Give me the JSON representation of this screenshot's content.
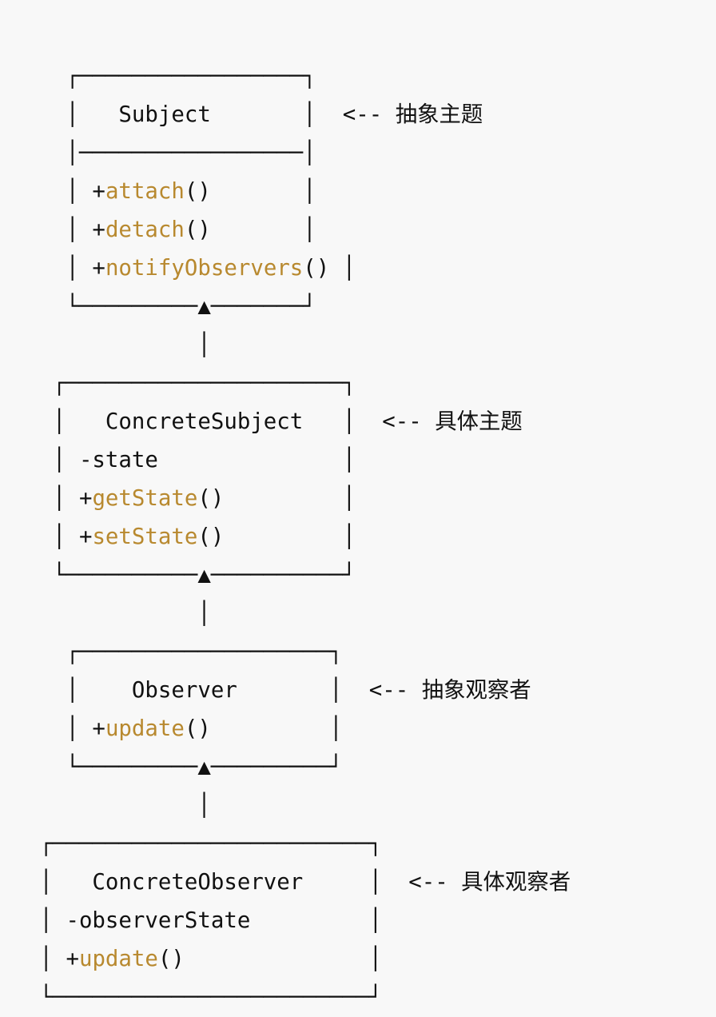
{
  "colors": {
    "background": "#f8f8f8",
    "text": "#111111",
    "method": "#b8892f"
  },
  "diagram": {
    "lines": [
      [
        {
          "t": "     ┌─────────────────┐"
        }
      ],
      [
        {
          "t": "     │   Subject       │  <-- 抽象主题"
        }
      ],
      [
        {
          "t": "     │─────────────────│"
        }
      ],
      [
        {
          "t": "     │ +"
        },
        {
          "t": "attach",
          "c": "m"
        },
        {
          "t": "()       │"
        }
      ],
      [
        {
          "t": "     │ +"
        },
        {
          "t": "detach",
          "c": "m"
        },
        {
          "t": "()       │"
        }
      ],
      [
        {
          "t": "     │ +"
        },
        {
          "t": "notifyObservers",
          "c": "m"
        },
        {
          "t": "() │"
        }
      ],
      [
        {
          "t": "     └─────────▲───────┘"
        }
      ],
      [
        {
          "t": "               │"
        }
      ],
      [
        {
          "t": "    ┌─────────────────────┐"
        }
      ],
      [
        {
          "t": "    │   ConcreteSubject   │  <-- 具体主题"
        }
      ],
      [
        {
          "t": "    │ -state              │"
        }
      ],
      [
        {
          "t": "    │ +"
        },
        {
          "t": "getState",
          "c": "m"
        },
        {
          "t": "()         │"
        }
      ],
      [
        {
          "t": "    │ +"
        },
        {
          "t": "setState",
          "c": "m"
        },
        {
          "t": "()         │"
        }
      ],
      [
        {
          "t": "    └──────────▲──────────┘"
        }
      ],
      [
        {
          "t": "               │"
        }
      ],
      [
        {
          "t": "     ┌───────────────────┐"
        }
      ],
      [
        {
          "t": "     │    Observer       │  <-- 抽象观察者"
        }
      ],
      [
        {
          "t": "     │ +"
        },
        {
          "t": "update",
          "c": "m"
        },
        {
          "t": "()         │"
        }
      ],
      [
        {
          "t": "     └─────────▲─────────┘"
        }
      ],
      [
        {
          "t": "               │"
        }
      ],
      [
        {
          "t": "   ┌────────────────────────┐"
        }
      ],
      [
        {
          "t": "   │   ConcreteObserver     │  <-- 具体观察者"
        }
      ],
      [
        {
          "t": "   │ -observerState         │"
        }
      ],
      [
        {
          "t": "   │ +"
        },
        {
          "t": "update",
          "c": "m"
        },
        {
          "t": "()              │"
        }
      ],
      [
        {
          "t": "   └────────────────────────┘"
        }
      ]
    ]
  }
}
